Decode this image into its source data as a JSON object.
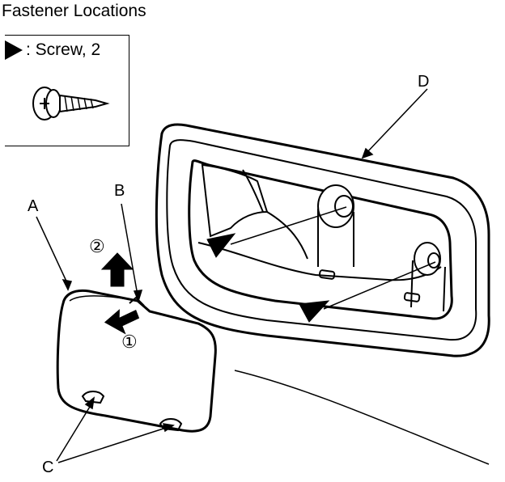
{
  "title": "Fastener Locations",
  "legend": {
    "symbol": "filled-triangle-icon",
    "text": ": Screw, 2"
  },
  "callouts": {
    "A": "A",
    "B": "B",
    "C": "C",
    "D": "D",
    "step1": "①",
    "step2": "②"
  }
}
